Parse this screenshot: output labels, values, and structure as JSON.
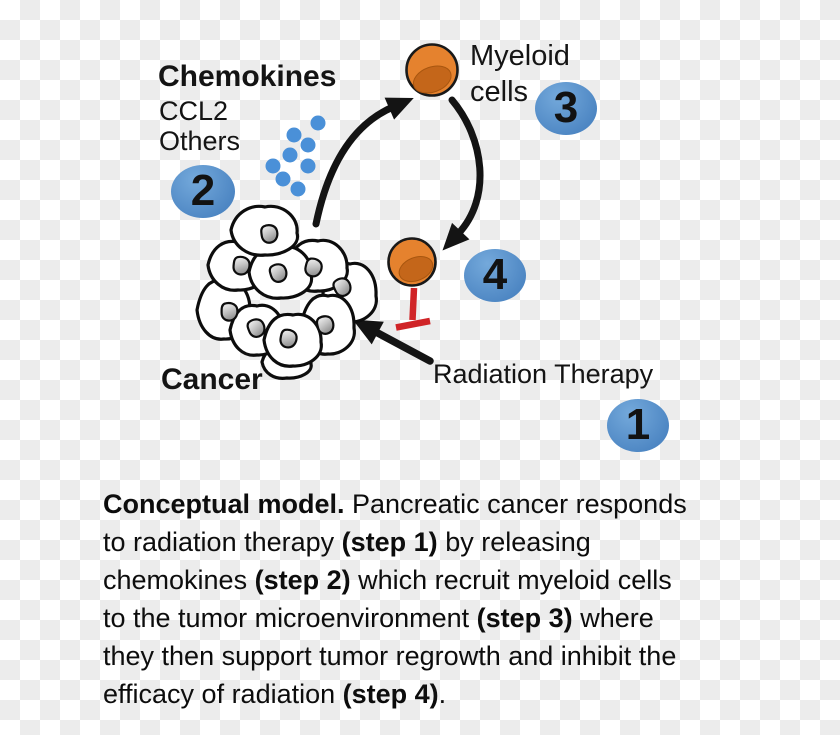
{
  "figure": {
    "chemokines": {
      "title": "Chemokines",
      "items": [
        "CCL2",
        "Others"
      ]
    },
    "myeloid_label": "Myeloid cells",
    "cancer_label": "Cancer",
    "radiation_label": "Radiation Therapy",
    "steps": [
      {
        "label": "1"
      },
      {
        "label": "2"
      },
      {
        "label": "3"
      },
      {
        "label": "4"
      }
    ],
    "icons": [
      {
        "name": "myeloid-cell-icon",
        "shape": "orange circle with darker inner ellipse"
      },
      {
        "name": "chemokine-dot-icon",
        "shape": "small blue circle"
      },
      {
        "name": "cancer-cluster-icon",
        "shape": "cluster of white cells with gray nuclei"
      },
      {
        "name": "inhibition-bar-icon",
        "shape": "red T-bar"
      },
      {
        "name": "arrow-icon",
        "shape": "black curved arrow"
      }
    ],
    "colors": {
      "step_badge_top": "#74a9db",
      "step_badge_bottom": "#4d86c3",
      "chemokine_dot": "#4a90d8",
      "myeloid_outer": "#e5822e",
      "myeloid_inner": "#c4661a",
      "inhibit_red": "#d02427",
      "checker_gray": "#ececec",
      "checker_white": "#ffffff",
      "ink": "#141414"
    }
  },
  "caption": {
    "lines": [
      [
        {
          "t": "Conceptual model.",
          "b": 1
        },
        {
          "t": " Pancreatic cancer responds",
          "b": 0
        }
      ],
      [
        {
          "t": "to radiation therapy ",
          "b": 0
        },
        {
          "t": "(step 1)",
          "b": 1
        },
        {
          "t": " by releasing",
          "b": 0
        }
      ],
      [
        {
          "t": "chemokines ",
          "b": 0
        },
        {
          "t": "(step 2)",
          "b": 1
        },
        {
          "t": " which recruit myeloid cells",
          "b": 0
        }
      ],
      [
        {
          "t": "to the tumor microenvironment ",
          "b": 0
        },
        {
          "t": "(step 3)",
          "b": 1
        },
        {
          "t": " where",
          "b": 0
        }
      ],
      [
        {
          "t": "they then support tumor regrowth and inhibit the",
          "b": 0
        }
      ],
      [
        {
          "t": "efficacy of radiation ",
          "b": 0
        },
        {
          "t": "(step 4)",
          "b": 1
        },
        {
          "t": ".",
          "b": 0
        }
      ]
    ]
  }
}
